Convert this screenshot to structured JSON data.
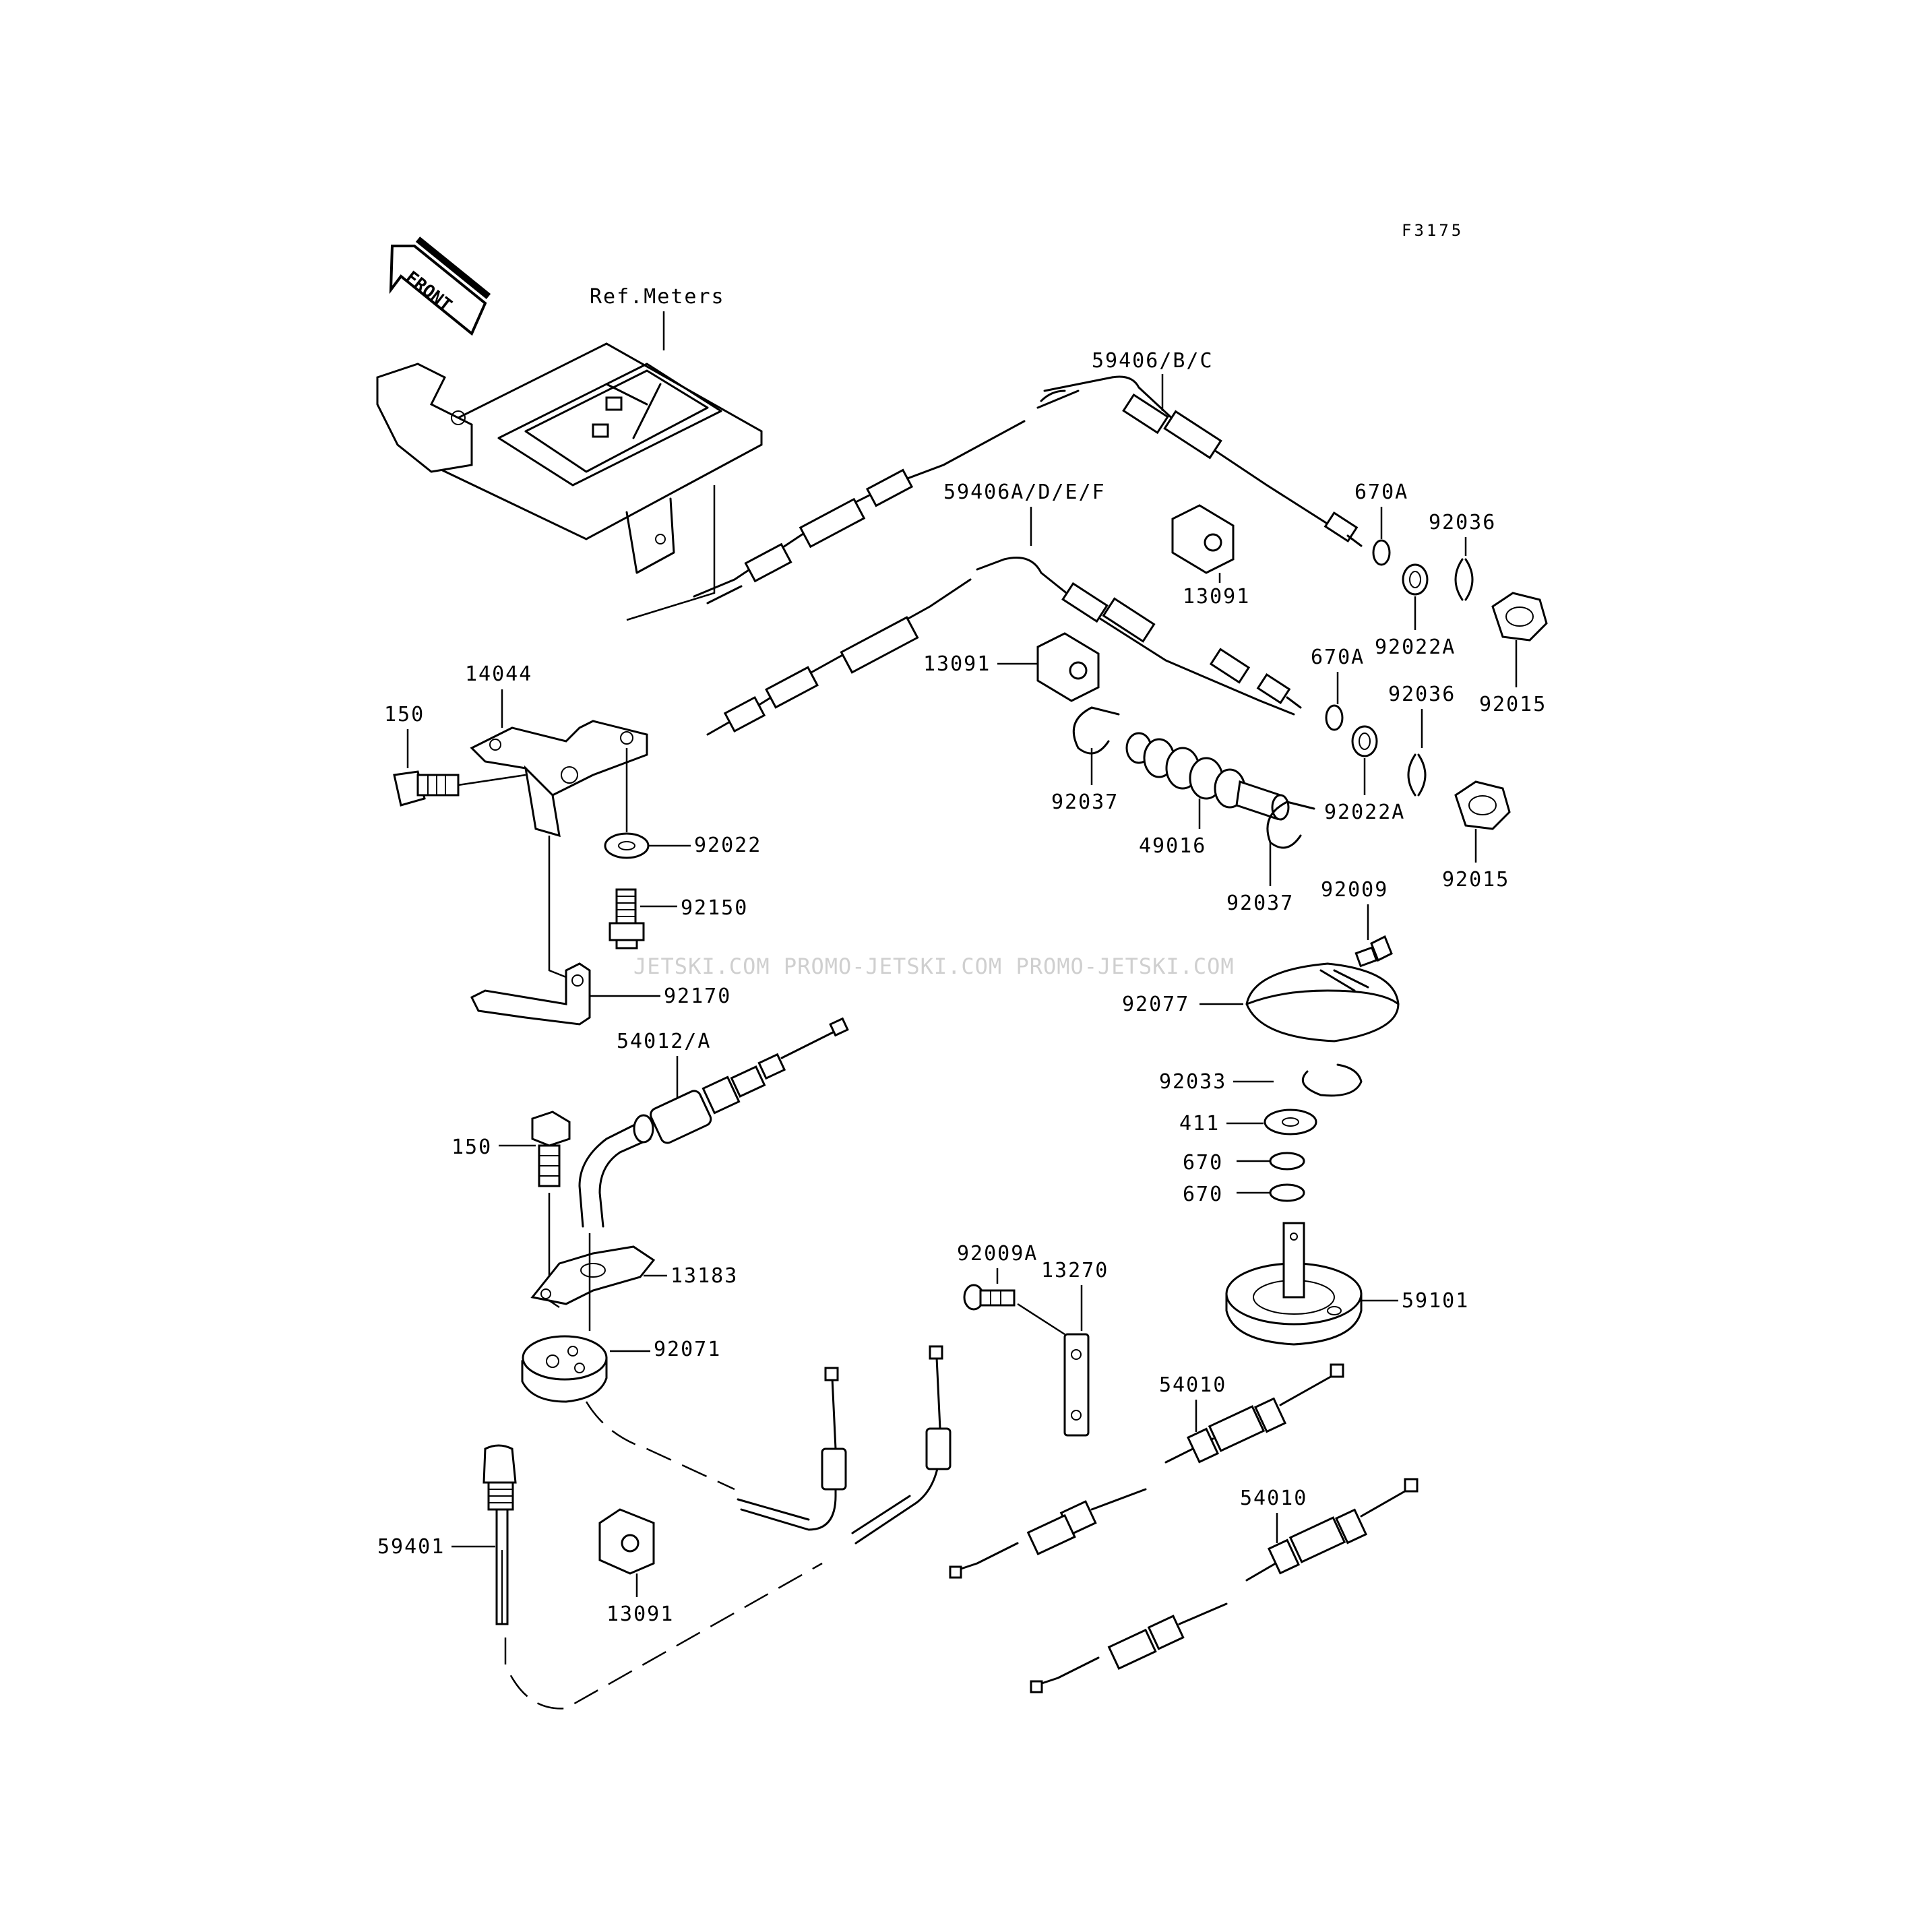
{
  "figure_code": "F3175",
  "front_arrow_label": "FRONT",
  "watermark": "JETSKI.COM  PROMO-JETSKI.COM  PROMO-JETSKI.COM",
  "labels": {
    "ref_meters": "Ref.Meters",
    "p59406_bc": "59406/B/C",
    "p59406_adef": "59406A/D/E/F",
    "p670a_1": "670A",
    "p670a_2": "670A",
    "p92036_1": "92036",
    "p92036_2": "92036",
    "p92022a_1": "92022A",
    "p92022a_2": "92022A",
    "p92015_1": "92015",
    "p92015_2": "92015",
    "p13091_1": "13091",
    "p13091_2": "13091",
    "p13091_3": "13091",
    "p14044": "14044",
    "p150_1": "150",
    "p150_2": "150",
    "p92037_1": "92037",
    "p92037_2": "92037",
    "p49016": "49016",
    "p92022": "92022",
    "p92150": "92150",
    "p92170": "92170",
    "p92009": "92009",
    "p92077": "92077",
    "p54012a": "54012/A",
    "p92033": "92033",
    "p411": "411",
    "p670_1": "670",
    "p670_2": "670",
    "p13183": "13183",
    "p92009a": "92009A",
    "p13270": "13270",
    "p59101": "59101",
    "p92071": "92071",
    "p54010_1": "54010",
    "p54010_2": "54010",
    "p59401": "59401"
  }
}
